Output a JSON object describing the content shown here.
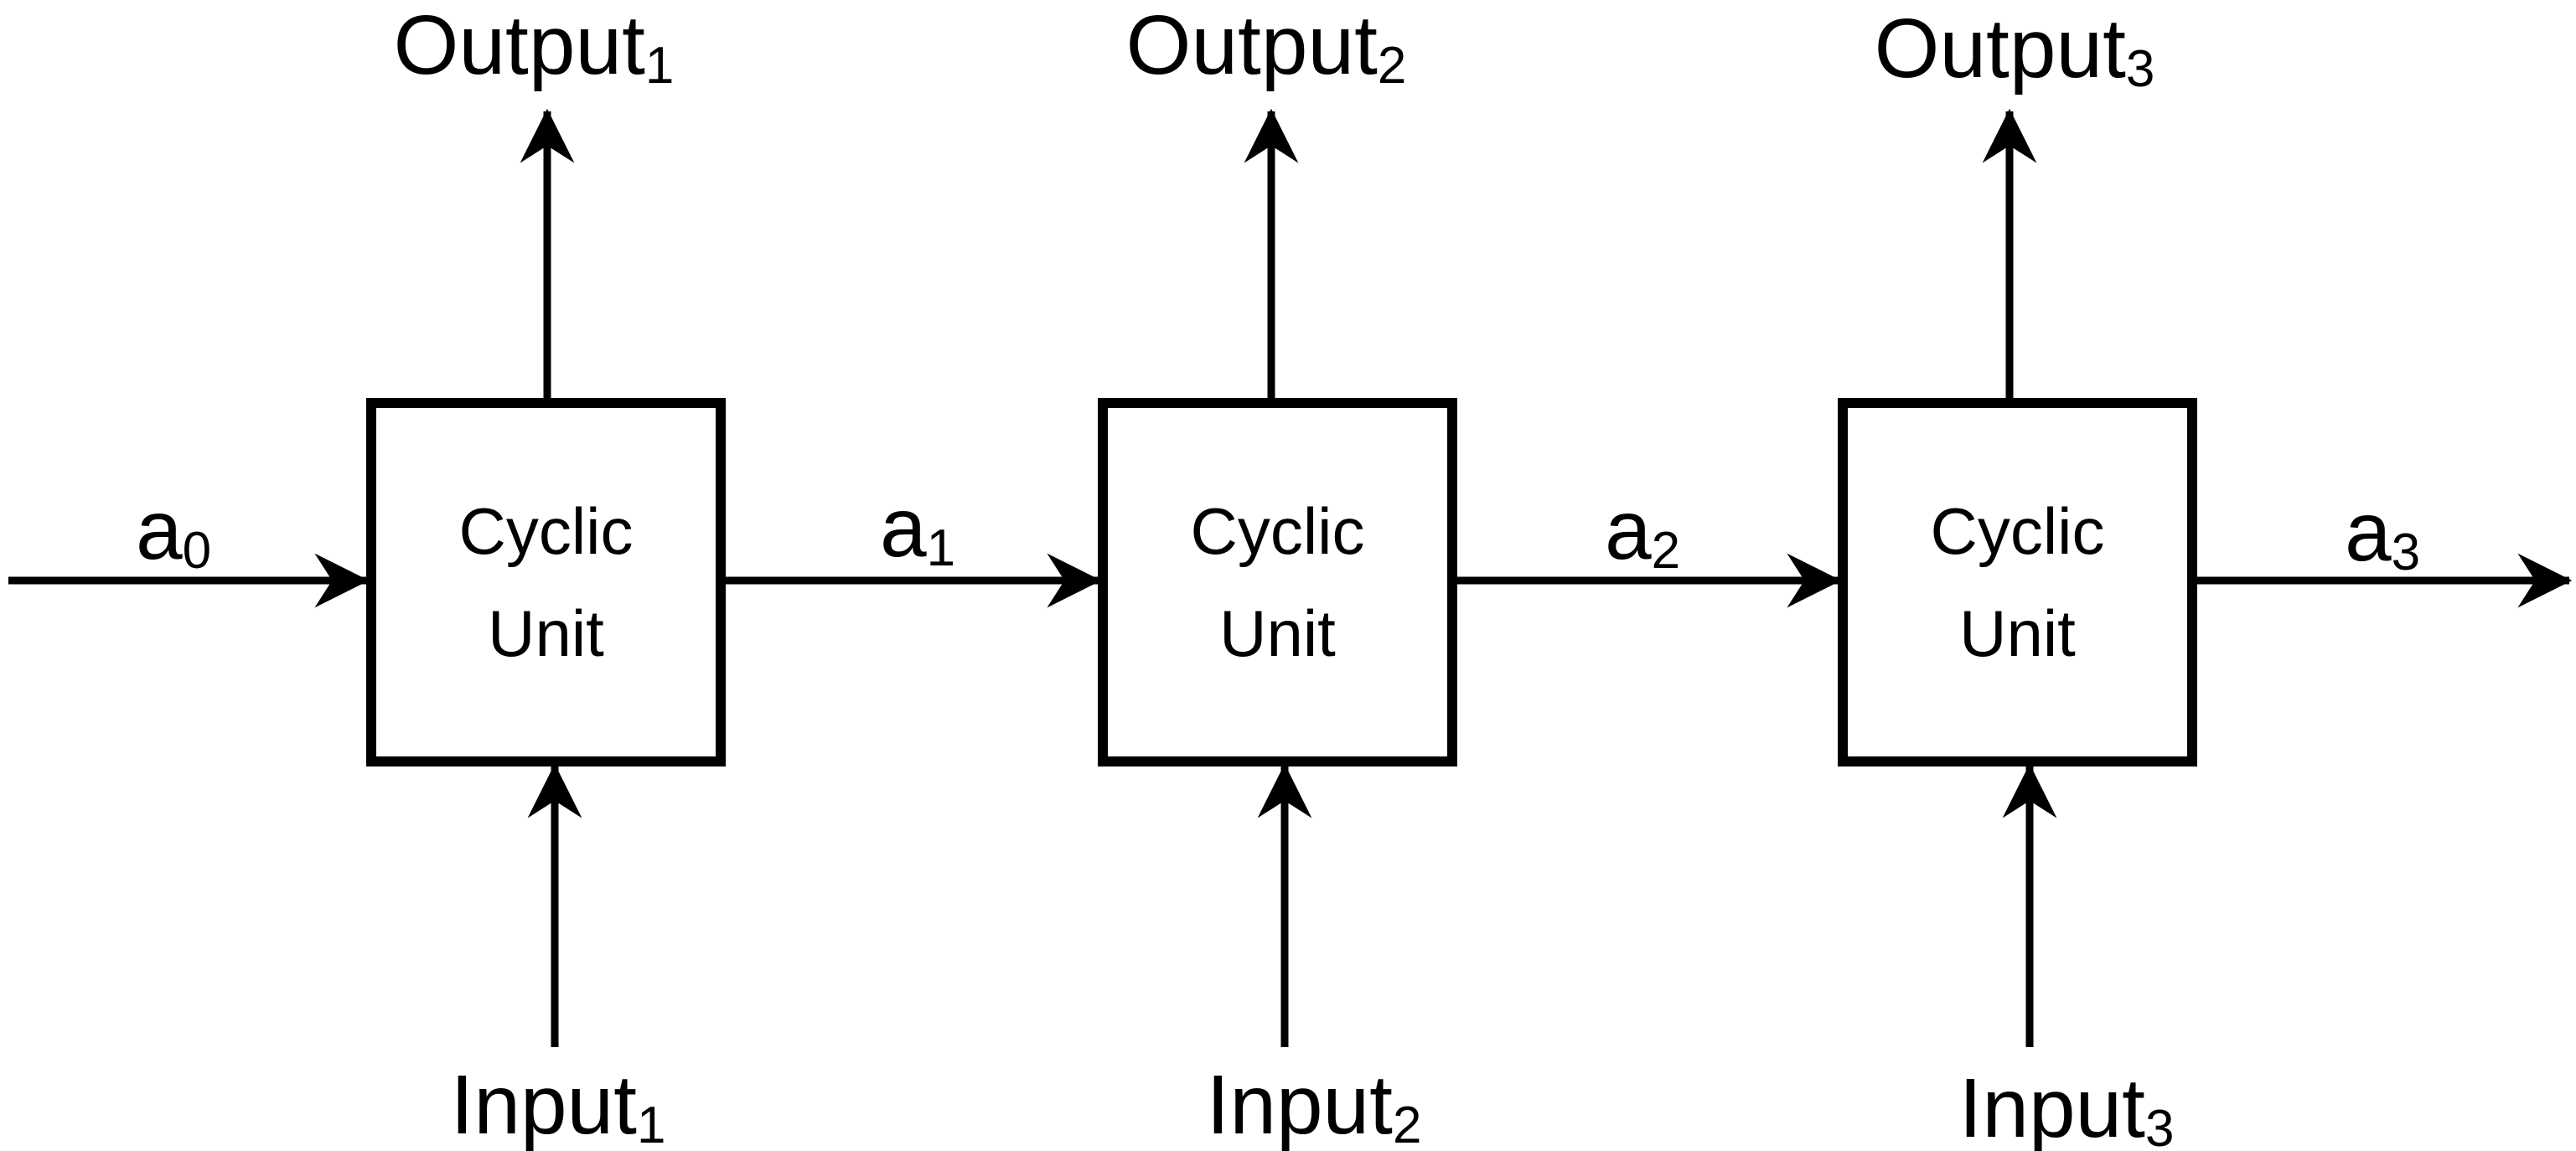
{
  "diagram": {
    "description": "Unrolled recurrent network with three cyclic units",
    "background_color": "#ffffff",
    "line_color": "#000000",
    "text_color": "#000000"
  },
  "units": [
    {
      "box_line1": "Cyclic",
      "box_line2": "Unit",
      "output": {
        "base": "Output",
        "sub": "1"
      },
      "input": {
        "base": "Input",
        "sub": "1"
      }
    },
    {
      "box_line1": "Cyclic",
      "box_line2": "Unit",
      "output": {
        "base": "Output",
        "sub": "2"
      },
      "input": {
        "base": "Input",
        "sub": "2"
      }
    },
    {
      "box_line1": "Cyclic",
      "box_line2": "Unit",
      "output": {
        "base": "Output",
        "sub": "3"
      },
      "input": {
        "base": "Input",
        "sub": "3"
      }
    }
  ],
  "state_labels": [
    {
      "base": "a",
      "sub": "0"
    },
    {
      "base": "a",
      "sub": "1"
    },
    {
      "base": "a",
      "sub": "2"
    },
    {
      "base": "a",
      "sub": "3"
    }
  ]
}
